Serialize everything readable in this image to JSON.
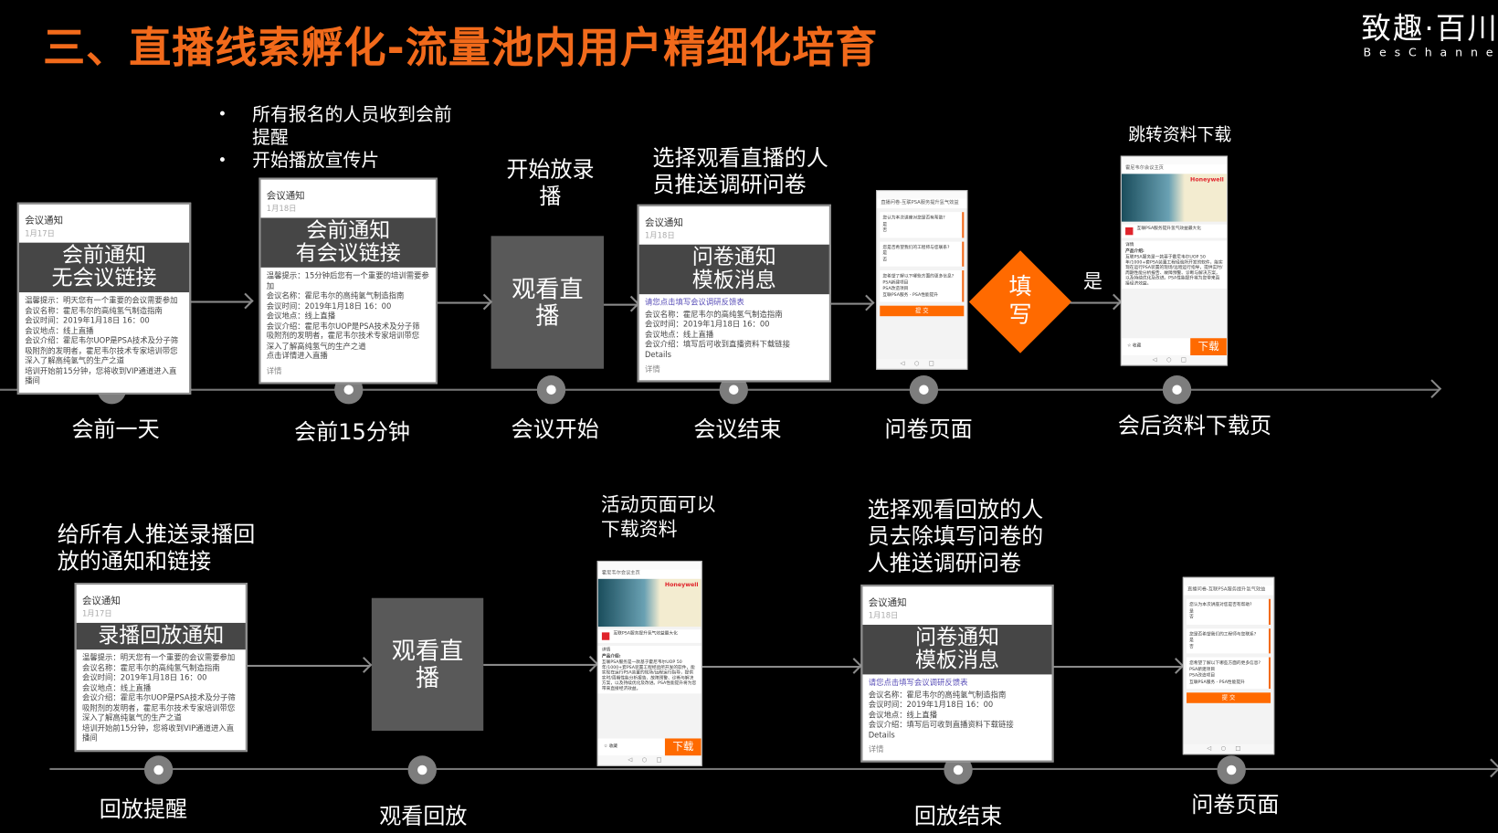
{
  "title": "三、直播线索孵化-流量池内用户精细化培育",
  "logo": {
    "cn": "致趣·百川",
    "en": "BesChannels"
  },
  "colors": {
    "accent": "#f26a1b",
    "diamond": "#ff6a00",
    "box": "#595959"
  },
  "row1": {
    "bullets": [
      "所有报名的人员收到会前提醒",
      "开始播放宣传片"
    ],
    "start_replay_label": "开始放录\n播",
    "survey_label": "选择观看直播的人\n员推送调研问卷",
    "download_label": "跳转资料下载",
    "fill_label": "填\n写",
    "yes_label": "是",
    "watch_box": "观看直\n播",
    "timeline": [
      "会前一天",
      "会前15分钟",
      "会议开始",
      "会议结束",
      "问卷页面",
      "会后资料下载页"
    ]
  },
  "row2": {
    "notify_label": "给所有人推送录播回\n放的通知和链接",
    "activity_label": "活动页面可以\n下载资料",
    "survey_label": "选择观看回放的人\n员去除填写问卷的\n人推送调研问卷",
    "watch_box": "观看直\n播",
    "timeline": [
      "回放提醒",
      "观看回放",
      "回放结束",
      "问卷页面"
    ]
  },
  "cards": [
    {
      "heading": "会议通知",
      "date": "1月17日",
      "overlay": "会前通知\n无会议链接",
      "lines": [
        "温馨提示：明天您有一个重要的会议需要参加",
        "会议名称：霍尼韦尔的高纯氢气制造指南",
        "会议时间：2019年1月18日 16：00",
        "会议地点：线上直播",
        "会议介绍：霍尼韦尔UOP是PSA技术及分子筛",
        "吸附剂的发明者，霍尼韦尔技术专家培训带您",
        "深入了解高纯氢气的生产之道",
        "培训开始前15分钟，您将收到VIP通道进入直播间"
      ],
      "footer": ""
    },
    {
      "heading": "会议通知",
      "date": "1月18日",
      "overlay": "会前通知\n有会议链接",
      "lines": [
        "温馨提示：15分钟后您有一个重要的培训需要参加",
        "会议名称：霍尼韦尔的高纯氢气制造指南",
        "会议时间：2019年1月18日 16：00",
        "会议地点：线上直播",
        "会议介绍：霍尼韦尔UOP是PSA技术及分子筛",
        "吸附剂的发明者，霍尼韦尔技术专家培训带您",
        "深入了解高纯氢气的生产之道",
        "点击详情进入直播"
      ],
      "footer": "详情"
    },
    {
      "heading": "会议通知",
      "date": "1月18日",
      "overlay": "问卷通知\n模板消息",
      "link": "请您点击填写会议调研反馈表",
      "lines": [
        "会议名称：霍尼韦尔的高纯氢气制造指南",
        "会议时间：2019年1月18日 16：00",
        "会议地点：线上直播",
        "会议介绍：填写后可收到直播资料下载链接",
        "Details"
      ],
      "footer": "详情"
    },
    {
      "heading": "会议通知",
      "date": "1月17日",
      "overlay": "录播回放通知",
      "lines": [
        "温馨提示：明天您有一个重要的会议需要参加",
        "会议名称：霍尼韦尔的高纯氢气制造指南",
        "会议时间：2019年1月18日 16：00",
        "会议地点：线上直播",
        "会议介绍：霍尼韦尔UOP是PSA技术及分子筛",
        "吸附剂的发明者，霍尼韦尔技术专家培训带您",
        "深入了解高纯氢气的生产之道",
        "培训开始前15分钟，您将收到VIP通道进入直播间"
      ],
      "footer": ""
    },
    {
      "heading": "会议通知",
      "date": "1月18日",
      "overlay": "问卷通知\n模板消息",
      "link": "请您点击填写会议调研反馈表",
      "lines": [
        "会议名称：霍尼韦尔的高纯氢气制造指南",
        "会议时间：2019年1月18日 16：00",
        "会议地点：线上直播",
        "会议介绍：填写后可收到直播资料下载链接",
        "Details"
      ],
      "footer": "详情"
    }
  ],
  "survey_phone": {
    "nav": "直播问卷-互联PSA服务提升氢气效益",
    "questions": [
      {
        "q": "您认为本次讲座对您是否有帮助?",
        "opts": [
          "是",
          "否"
        ]
      },
      {
        "q": "您是否希望我们的工程师与您联系?",
        "opts": [
          "是",
          "否"
        ]
      },
      {
        "q": "您希望了解以下哪些方面的更多信息?",
        "opts": [
          "PSA新建项目",
          "PSA改造项目",
          "互联PSA服务 - PSA性能提升"
        ]
      }
    ],
    "submit": "提 交"
  },
  "download_phone": {
    "nav": "霍尼韦尔会议主页",
    "brand": "Honeywell",
    "event": "互联PSA服务提升氢气效益最大化",
    "section": "详情",
    "intro_title": "产品介绍:",
    "intro": "互联PSA服务是一款基于霍尼韦尔UOP 50年/1000+套PSA装置工程经验所开发的软件，能实现在运行PSA装置的现场/远程运行指导，提供实时/周期性能分析报告、故障预警、诊断与解决方案，以及持续优化及改进。PSA性能提升将为您带来直接经济效益。",
    "favorite": "☆ 收藏",
    "download": "下载"
  }
}
